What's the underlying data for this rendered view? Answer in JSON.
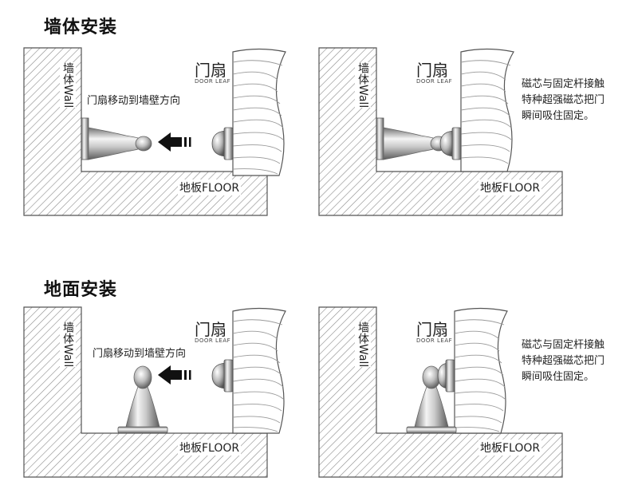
{
  "sections": [
    {
      "title": "墙体安装"
    },
    {
      "title": "地面安装"
    }
  ],
  "labels": {
    "wall": "墙体Wall",
    "door_title": "门扇",
    "door_sub": "DOOR LEAF",
    "floor": "地板FLOOR",
    "move": "门扇移动到墙壁方向",
    "desc_line1": "磁芯与固定杆接触",
    "desc_line2": "特种超强磁芯把门",
    "desc_line3": "瞬间吸住固定。"
  },
  "colors": {
    "hatch": "#8a8a8a",
    "outline": "#555555",
    "steel_light": "#f2f2f2",
    "steel_dark": "#7d7d7d",
    "arrow": "#111111"
  }
}
